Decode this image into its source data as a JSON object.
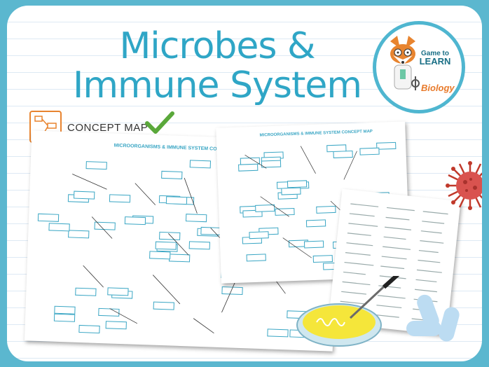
{
  "title": {
    "line1": "Microbes &",
    "line2": "Immune System"
  },
  "badge": {
    "line1": "Game to",
    "line2": "LEARN",
    "subject": "Biology"
  },
  "label": {
    "concept_map": "CONCEPT MAP"
  },
  "sheet1": {
    "title": "MICROORGANISMS & IMMUNE SYSTEM CONCEPT MAP"
  },
  "sheet2": {
    "title": "MICROORGANISMS & IMMUNE SYSTEM CONCEPT MAP"
  },
  "colors": {
    "background": "#5bb7cf",
    "title": "#2fa6c6",
    "accent": "#e8842f",
    "check": "#5aa83a",
    "virus": "#c0392b"
  },
  "icons": [
    "concept-map-icon",
    "checkmark-icon",
    "fox-mascot-icon",
    "virus-icon",
    "petri-dish-icon",
    "bacteria-pill-icon"
  ]
}
